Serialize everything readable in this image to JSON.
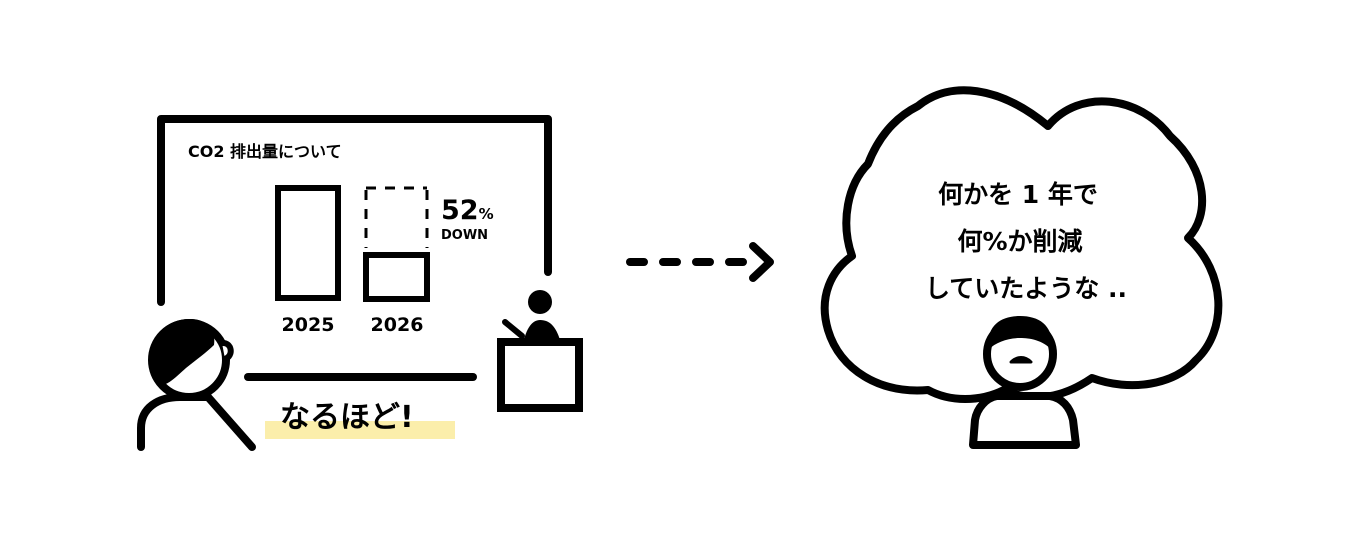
{
  "presentation": {
    "slide_title": "CO2 排出量について",
    "bars": [
      {
        "label": "2025",
        "style": "solid"
      },
      {
        "label": "2026",
        "style": "solid-with-dashed-previous-outline"
      }
    ],
    "percent_value": "52",
    "percent_sign": "%",
    "direction_label": "DOWN"
  },
  "listener_reaction": "なるほど!",
  "thought_bubble": {
    "lines": [
      "何かを 1 年で",
      "何%か削減",
      "していたような .."
    ]
  },
  "colors": {
    "ink": "#000000",
    "highlight": "#fbeeab",
    "background": "#ffffff"
  },
  "icons": [
    "listener-person-icon",
    "presenter-icon",
    "podium-icon",
    "arrow-icon",
    "thought-cloud-icon",
    "thinking-person-icon"
  ]
}
